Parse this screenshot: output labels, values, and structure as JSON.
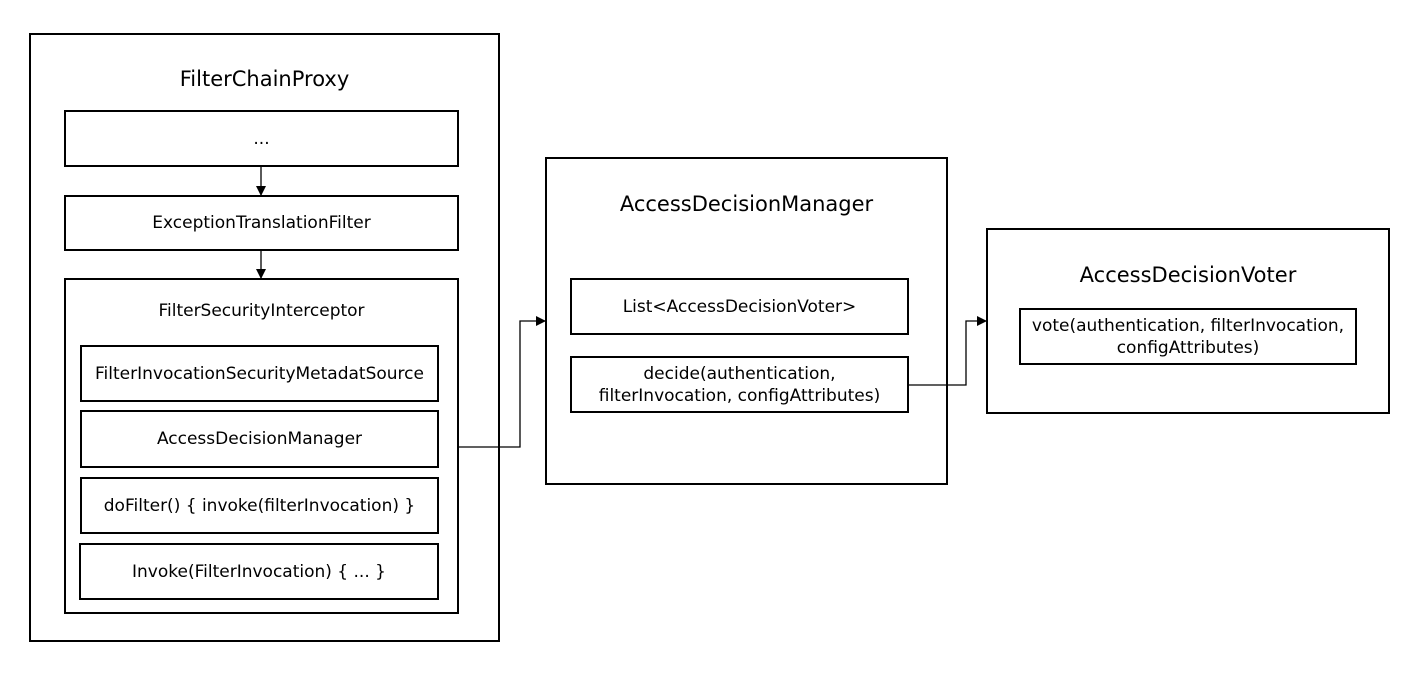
{
  "filter_chain_proxy": {
    "title": "FilterChainProxy",
    "ellipsis_filter": "...",
    "exception_translation_filter": "ExceptionTranslationFilter",
    "filter_security_interceptor": {
      "title": "FilterSecurityInterceptor",
      "metadata_source": "FilterInvocationSecurityMetadatSource",
      "access_decision_manager": "AccessDecisionManager",
      "do_filter": "doFilter() { invoke(filterInvocation) }",
      "invoke": "Invoke(FilterInvocation) { ... }"
    }
  },
  "access_decision_manager": {
    "title": "AccessDecisionManager",
    "voter_list": "List<AccessDecisionVoter>",
    "decide": "decide(authentication,\nfilterInvocation, configAttributes)"
  },
  "access_decision_voter": {
    "title": "AccessDecisionVoter",
    "vote": "vote(authentication, filterInvocation,\nconfigAttributes)"
  }
}
